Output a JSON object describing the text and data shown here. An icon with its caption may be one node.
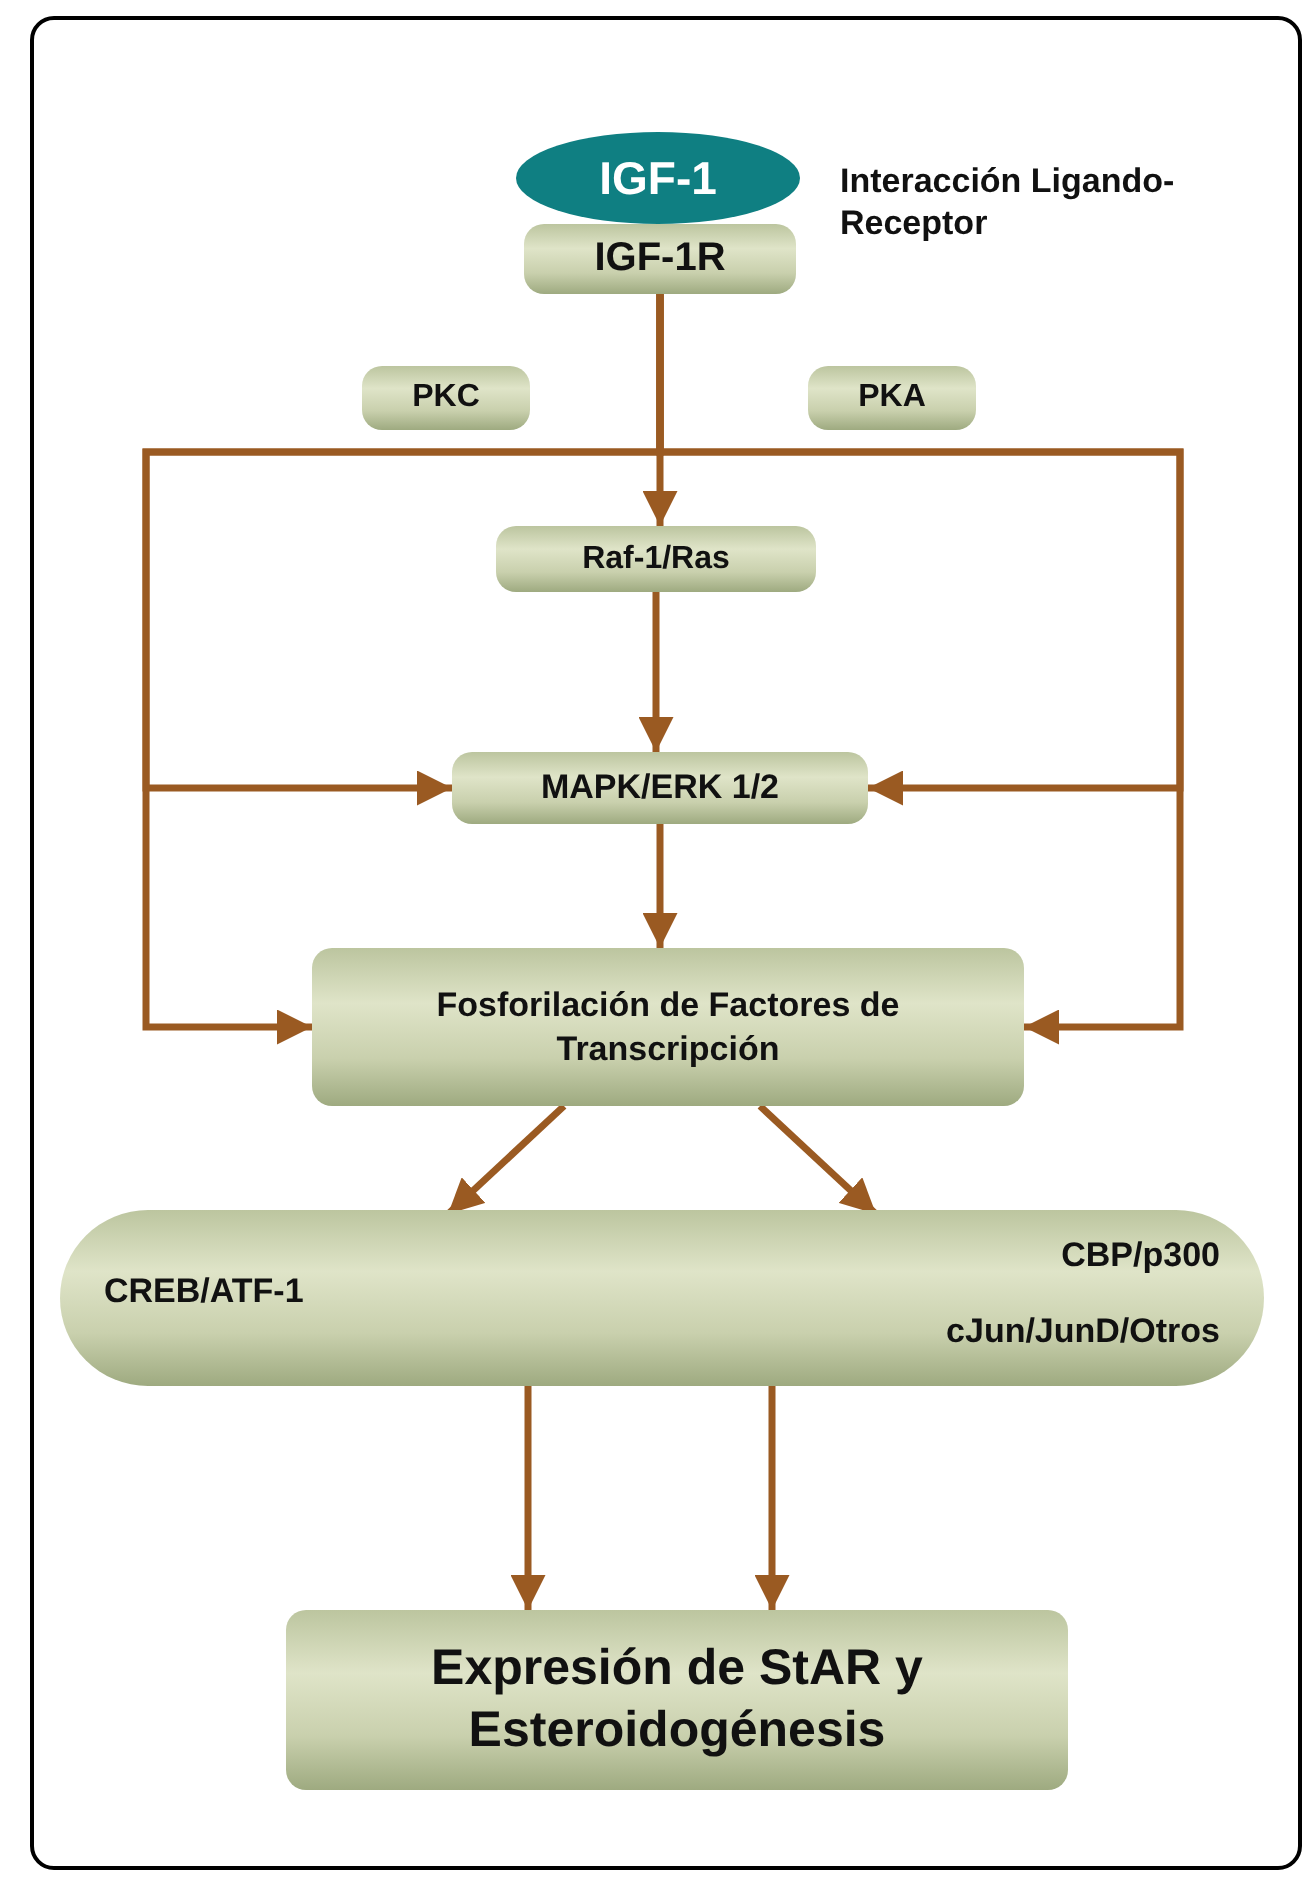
{
  "diagram": {
    "nodes": [
      {
        "text": [
          "IGF-1"
        ]
      },
      {
        "text": [
          "IGF-1R"
        ]
      },
      {
        "text": [
          "PKC"
        ]
      },
      {
        "text": [
          "PKA"
        ]
      },
      {
        "text": [
          "Raf-1/Ras"
        ]
      },
      {
        "text": [
          "MAPK/ERK 1/2"
        ]
      },
      {
        "text": [
          "Fosforilación de Factores de Transcripción"
        ]
      },
      {
        "text": [
          "CREB/ATF-1",
          "CBP/p300",
          "cJun/JunD/Otros"
        ]
      },
      {
        "text": [
          "Expresión de StAR y Esteroidogénesis"
        ]
      }
    ],
    "edges": [
      {
        "from": 1,
        "to": 4,
        "arrow": "to"
      },
      {
        "from": 1,
        "to": 5,
        "arrow": "to"
      },
      {
        "from": 1,
        "to": 5,
        "arrow": "to"
      },
      {
        "from": 1,
        "to": 6,
        "arrow": "to"
      },
      {
        "from": 1,
        "to": 6,
        "arrow": "to"
      },
      {
        "from": 4,
        "to": 5,
        "arrow": "to"
      },
      {
        "from": 5,
        "to": 6,
        "arrow": "to"
      },
      {
        "from": 6,
        "to": 7,
        "arrow": "to"
      },
      {
        "from": 6,
        "to": 7,
        "arrow": "to"
      },
      {
        "from": 7,
        "to": 8,
        "arrow": "to"
      },
      {
        "from": 7,
        "to": 8,
        "arrow": "to"
      }
    ],
    "labels": [
      "Interacción Ligando-Receptor"
    ]
  }
}
